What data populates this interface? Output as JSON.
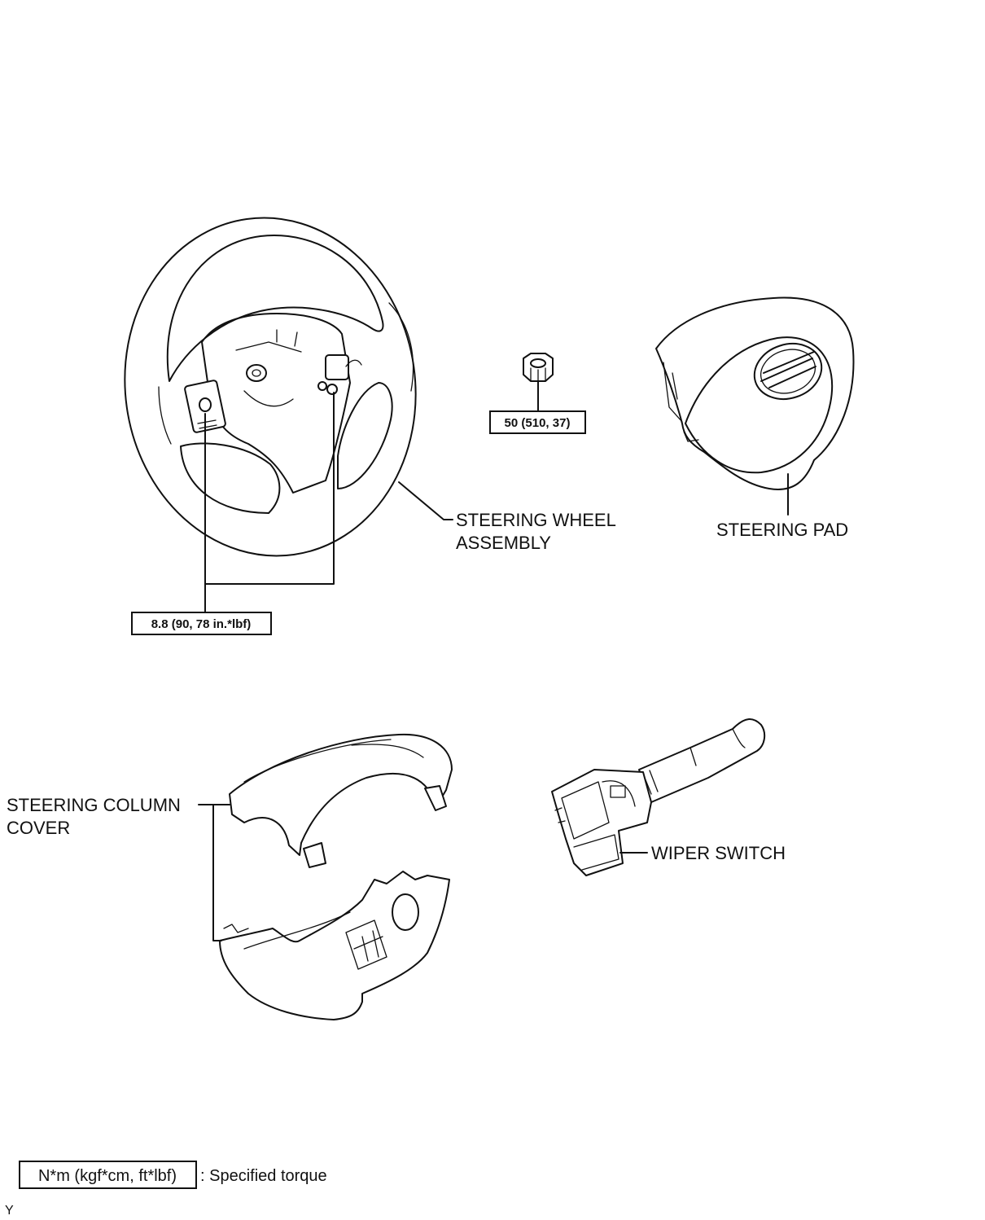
{
  "labels": {
    "steering_wheel_line1": "STEERING WHEEL",
    "steering_wheel_line2": "ASSEMBLY",
    "steering_pad": "STEERING PAD",
    "column_cover_line1": "STEERING COLUMN",
    "column_cover_line2": "COVER",
    "wiper_switch": "WIPER SWITCH"
  },
  "torques": {
    "wheel_nut": "50 (510, 37)",
    "pad_screws": "8.8 (90, 78 in.*lbf)"
  },
  "legend": {
    "unit": "N*m (kgf*cm, ft*lbf)",
    "description": ": Specified torque"
  },
  "footer_code": "Y"
}
